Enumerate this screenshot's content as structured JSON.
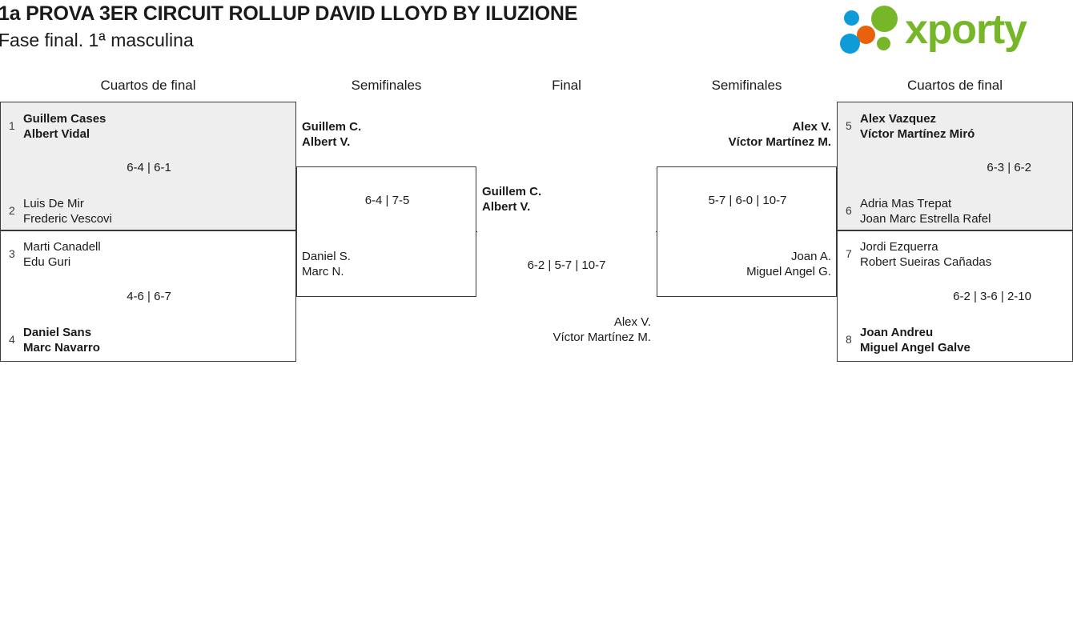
{
  "header": {
    "title": "1a PROVA 3ER CIRCUIT ROLLUP DAVID LLOYD BY ILUZIONE",
    "subtitle": "Fase final. 1ª masculina",
    "logo": {
      "word": "xporty",
      "green": "#76b72a",
      "blue": "#0e9bd8",
      "orange": "#e8620c"
    }
  },
  "rounds": [
    {
      "label": "Cuartos de final"
    },
    {
      "label": "Semifinales"
    },
    {
      "label": "Final"
    },
    {
      "label": "Semifinales"
    },
    {
      "label": "Cuartos de final"
    }
  ],
  "matches": {
    "left_qf1": {
      "score": "6-4 | 6-1",
      "top": {
        "seed": "1",
        "player1": "Guillem Cases",
        "player2": "Albert Vidal",
        "winner": true
      },
      "bottom": {
        "seed": "2",
        "player1": "Luis De Mir",
        "player2": "Frederic Vescovi",
        "winner": false
      }
    },
    "left_qf2": {
      "score": "4-6 | 6-7",
      "top": {
        "seed": "3",
        "player1": "Marti Canadell",
        "player2": "Edu Guri",
        "winner": false
      },
      "bottom": {
        "seed": "4",
        "player1": "Daniel Sans",
        "player2": "Marc Navarro",
        "winner": true
      }
    },
    "left_sf": {
      "score": "6-4 | 7-5",
      "top": {
        "player1": "Guillem C.",
        "player2": "Albert V.",
        "winner": true
      },
      "bottom": {
        "player1": "Daniel S.",
        "player2": "Marc N.",
        "winner": false
      }
    },
    "final": {
      "score": "6-2 | 5-7 | 10-7",
      "top": {
        "player1": "Guillem C.",
        "player2": "Albert V.",
        "winner": true
      },
      "bottom": {
        "player1": "Alex V.",
        "player2": "Víctor Martínez M.",
        "winner": false
      }
    },
    "right_sf": {
      "score": "5-7 | 6-0 | 10-7",
      "top": {
        "player1": "Alex V.",
        "player2": "Víctor Martínez M.",
        "winner": true
      },
      "bottom": {
        "player1": "Joan A.",
        "player2": "Miguel Angel G.",
        "winner": false
      }
    },
    "right_qf1": {
      "score": "6-3 | 6-2",
      "top": {
        "seed": "5",
        "player1": "Alex Vazquez",
        "player2": "Víctor Martínez Miró",
        "winner": true
      },
      "bottom": {
        "seed": "6",
        "player1": "Adria Mas Trepat",
        "player2": "Joan Marc Estrella Rafel",
        "winner": false
      }
    },
    "right_qf2": {
      "score": "6-2 | 3-6 | 2-10",
      "top": {
        "seed": "7",
        "player1": "Jordi Ezquerra",
        "player2": "Robert Sueiras Cañadas",
        "winner": false
      },
      "bottom": {
        "seed": "8",
        "player1": "Joan Andreu",
        "player2": "Miguel Angel Galve",
        "winner": true
      }
    }
  }
}
